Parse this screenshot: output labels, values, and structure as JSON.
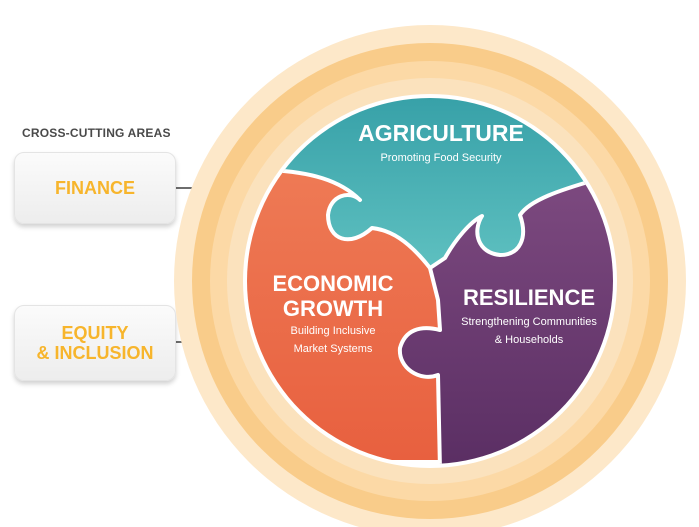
{
  "cross_cutting": {
    "title": "CROSS-CUTTING AREAS",
    "finance": "FINANCE",
    "equity_line1": "EQUITY",
    "equity_line2": "& INCLUSION"
  },
  "pillars": {
    "agriculture": {
      "title": "AGRICULTURE",
      "subtitle": "Promoting Food Security"
    },
    "economic_growth": {
      "title_line1": "ECONOMIC",
      "title_line2": "GROWTH",
      "subtitle_line1": "Building Inclusive",
      "subtitle_line2": "Market Systems"
    },
    "resilience": {
      "title": "RESILIENCE",
      "subtitle_line1": "Strengthening Communities",
      "subtitle_line2": "& Households"
    }
  },
  "colors": {
    "ring_outer": "#fce3c0",
    "ring_mid": "#f9cd8b",
    "ring_inner": "#fbdcae",
    "agriculture": "#3aa7ad",
    "economic_growth": "#ec6a45",
    "resilience": "#6b3b74",
    "accent": "#f7b52c"
  }
}
